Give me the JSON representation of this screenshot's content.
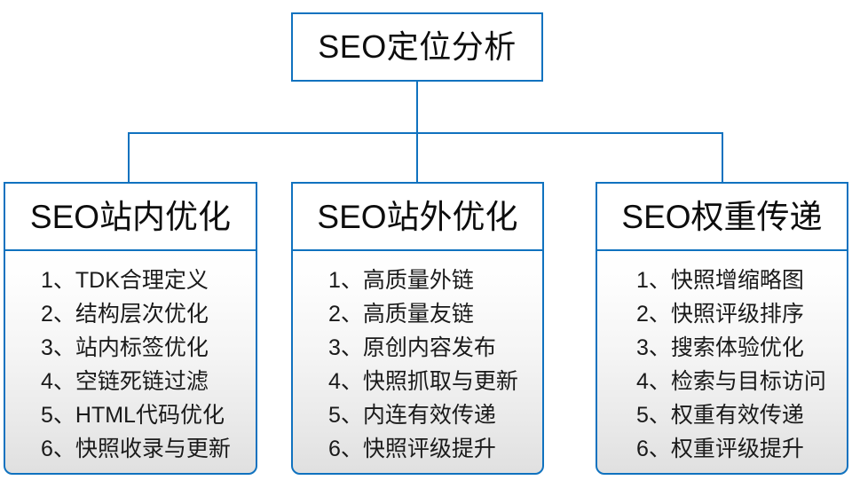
{
  "diagram": {
    "type": "org-chart",
    "accent_color": "#1072bf",
    "text_color": "#0d0d0d",
    "root": {
      "label": "SEO定位分析"
    },
    "branches": [
      {
        "header": "SEO站内优化",
        "items": [
          "1、TDK合理定义",
          "2、结构层次优化",
          "3、站内标签优化",
          "4、空链死链过滤",
          "5、HTML代码优化",
          "6、快照收录与更新"
        ]
      },
      {
        "header": "SEO站外优化",
        "items": [
          "1、高质量外链",
          "2、高质量友链",
          "3、原创内容发布",
          "4、快照抓取与更新",
          "5、内连有效传递",
          "6、快照评级提升"
        ]
      },
      {
        "header": "SEO权重传递",
        "items": [
          "1、快照增缩略图",
          "2、快照评级排序",
          "3、搜索体验优化",
          "4、检索与目标访问",
          "5、权重有效传递",
          "6、权重评级提升"
        ]
      }
    ]
  }
}
